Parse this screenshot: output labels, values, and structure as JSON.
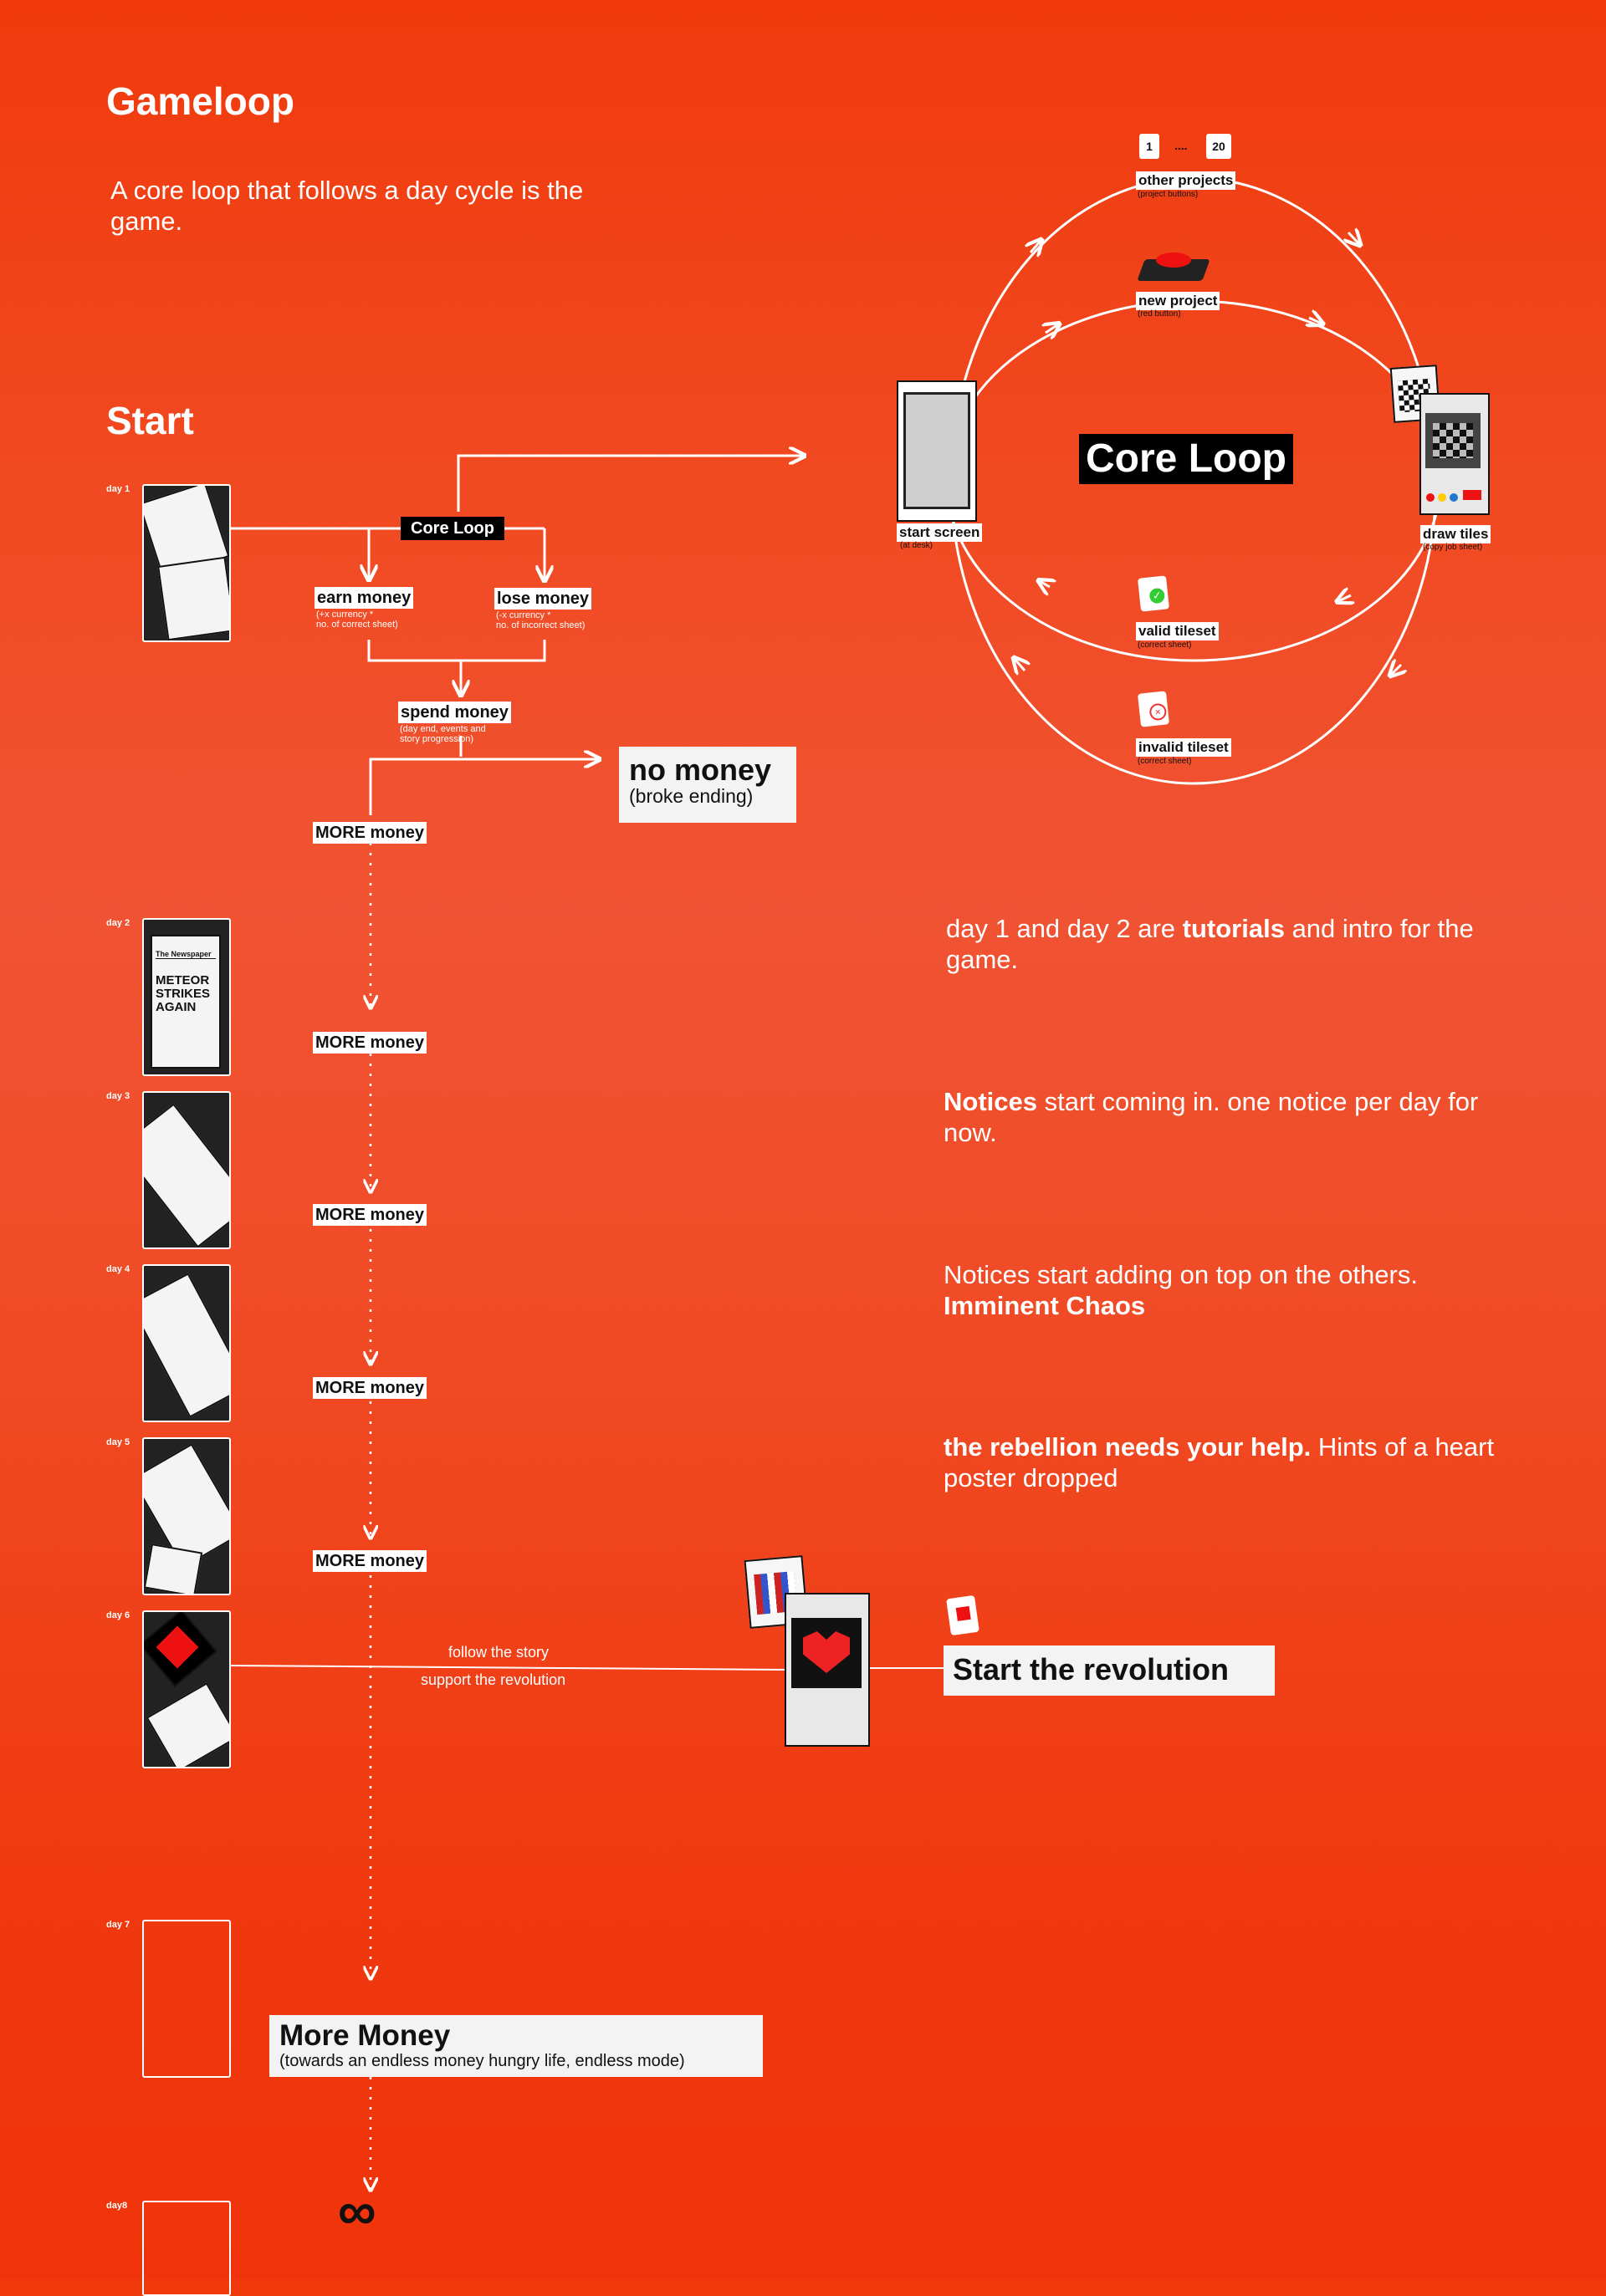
{
  "header": {
    "title": "Gameloop",
    "intro": "A core loop that follows a day cycle is the game."
  },
  "start_label": "Start",
  "flow": {
    "core_loop_label": "Core Loop",
    "earn_money": {
      "label": "earn money",
      "note": "(+x currency *\nno. of correct sheet)"
    },
    "lose_money": {
      "label": "lose money",
      "note": "(-x currency *\nno. of incorrect sheet)"
    },
    "spend_money": {
      "label": "spend money",
      "note": "(day end, events and\n story progression)"
    },
    "no_money": {
      "label": "no money",
      "note": "(broke ending)"
    },
    "more_money_label": "MORE money",
    "follow_story": "follow the story",
    "support_revolution": "support the revolution",
    "start_revolution": "Start the revolution",
    "more_money_final": {
      "label": "More Money",
      "note": "(towards an endless money hungry life, endless mode)"
    },
    "infinity": "∞"
  },
  "days": [
    {
      "label": "day 1"
    },
    {
      "label": "day 2"
    },
    {
      "label": "day 3"
    },
    {
      "label": "day 4"
    },
    {
      "label": "day 5"
    },
    {
      "label": "day 6"
    },
    {
      "label": "day 7"
    },
    {
      "label": "day8"
    }
  ],
  "newspaper": {
    "day2_masthead": "The Newspaper",
    "day2_headline": "METEOR\nSTRIKES\nAGAIN"
  },
  "core_loop": {
    "title": "Core Loop",
    "other_projects": {
      "label": "other projects",
      "sub": "(project buttons)",
      "first": "1",
      "dots": "....",
      "last": "20"
    },
    "new_project": {
      "label": "new project",
      "sub": "(red button)"
    },
    "start_screen": {
      "label": "start screen",
      "sub": "(at desk)"
    },
    "draw_tiles": {
      "label": "draw tiles",
      "sub": "(copy job sheet)"
    },
    "valid_tileset": {
      "label": "valid tileset",
      "sub": "(correct sheet)"
    },
    "invalid_tileset": {
      "label": "invalid tileset",
      "sub": "(correct sheet)"
    }
  },
  "notes": {
    "n1_pre": "day 1 and day 2 are ",
    "n1_bold": "tutorials",
    "n1_post": " and intro for the game.",
    "n2_bold": "Notices",
    "n2_post": " start coming in. one notice per day for now.",
    "n3_pre": "Notices start adding on top on the others.",
    "n3_bold": "Imminent Chaos",
    "n4_bold": "the rebellion needs your help.",
    "n4_post": " Hints of a heart poster dropped"
  },
  "colors": {
    "background": "#f03a0c",
    "panel": "#f3f3f3",
    "black": "#000000"
  }
}
